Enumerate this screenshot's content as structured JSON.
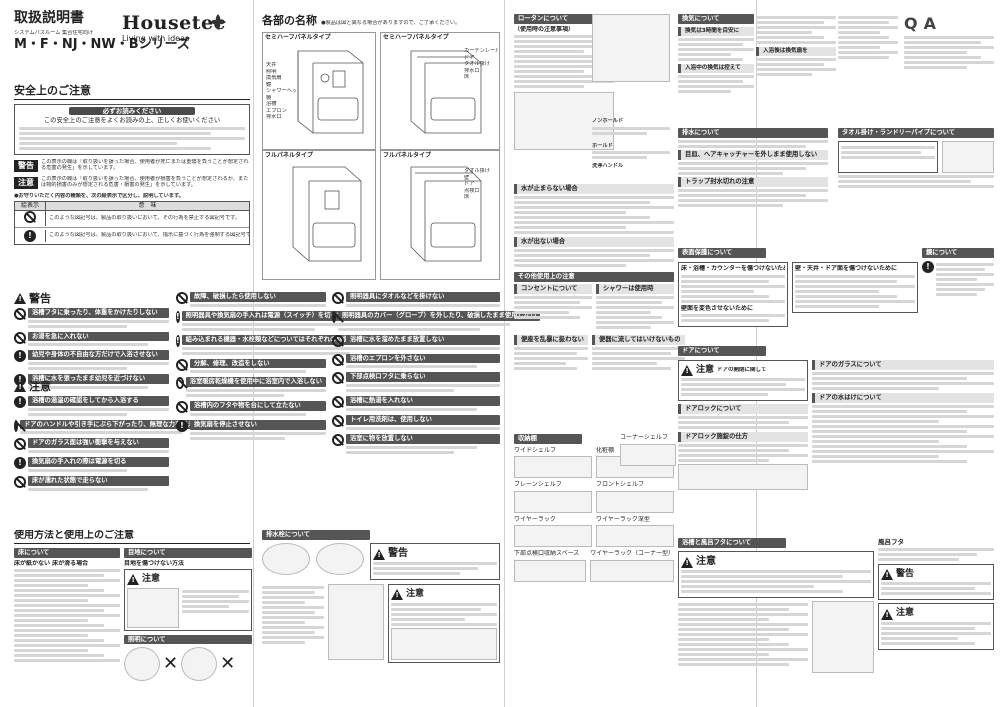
{
  "cover": {
    "title": "取扱説明書",
    "brand": "Housetec",
    "tagline": "Living with ideas",
    "series_sub": "システムバスルーム 集合住宅向け",
    "series": "M・F・NJ・NW・Bシリーズ"
  },
  "safety": {
    "heading": "安全上のご注意",
    "must_read": "必ずお読みください",
    "intro": "この安全上のご注意をよくお読みの上、正しくお使いください",
    "warning_label": "警告",
    "caution_label": "注意",
    "warning_desc": "この表示の欄は「取り扱いを誤った場合、使用者が死亡または重傷を負うことが想定される危害の発生」を示しています。",
    "caution_desc": "この表示の欄は「取り扱いを誤った場合、使用者が損害を負うことが想定されるか、または物的損害のみが想定される危害・損害の発生」を示しています。",
    "notice": "●お守りいただく内容の種類を、次の絵表示で区分し、説明しています。",
    "table_headers": [
      "絵表示",
      "意　味"
    ],
    "table_rows": [
      "このような図記号は、製品の取り扱いにおいて、その行為を禁止する図記号です。",
      "このような図記号は、製品の取り扱いにおいて、指示に基づく行為を強制する図記号です。"
    ]
  },
  "warning_section": {
    "label": "警告",
    "items": [
      "浴槽フタに乗ったり、体重をかけたりしない",
      "お湯を急に入れない",
      "幼児や身体の不自由な方だけで入浴させない",
      "浴槽に水を張ったまま幼児を近づけない"
    ]
  },
  "caution_section": {
    "label": "注意",
    "items": [
      "浴槽の湯温の確認をしてから入浴する",
      "ドアのハンドルや引き手にぶら下がったり、無理な力を加えない",
      "ドアのガラス面は強い衝撃を与えない",
      "換気扇の手入れの際は電源を切る",
      "床が濡れた状態で走らない"
    ]
  },
  "mid_columns": {
    "col1": [
      "故障、破損したら使用しない",
      "照明器具や換気扇の手入れは電源（スイッチ）を切ってから行う",
      "組み込まれる機器・水栓類などについてはそれぞれの取扱説明書をお読みください",
      "分解、修理、改造をしない",
      "浴室暖房乾燥機を使用中に浴室内で入浴しない",
      "浴槽内のフタや物を台にして立たない",
      "換気扇を停止させない"
    ],
    "col2": [
      "照明器具にタオルなどを掛けない",
      "照明器具のカバー（グローブ）を外したり、破損したまま使用しない",
      "浴槽に水を溜めたまま放置しない",
      "浴槽のエプロンを外さない",
      "下部点検口フタに乗らない",
      "浴槽に熱湯を入れない",
      "トイレ用洗剤は、使用しない",
      "浴室に物を放置しない"
    ]
  },
  "parts": {
    "heading": "各部の名称",
    "note": "●製品は図と異なる場合がありますので、ご了承ください。",
    "types": [
      "セミハーフパネルタイプ",
      "セミハーフパネルタイプ",
      "フルパネルタイプ",
      "フルパネルタイプ"
    ],
    "labels_left": [
      "天井",
      "照明",
      "換気扇",
      "鏡",
      "シャワーヘッド",
      "棚",
      "浴槽",
      "エプロン",
      "排水口"
    ],
    "labels_right": [
      "カーテンレール",
      "ドア",
      "タオル掛け",
      "排水口",
      "床",
      "壁",
      "点検口"
    ]
  },
  "usage": {
    "heading": "使用方法と使用上のご注意",
    "floor": "床について",
    "floor_sub": "床が紙かない 床が滑る場合",
    "wall": "目地について",
    "wall_sub": "目地を傷つけない方法",
    "drain_title": "排水栓について",
    "lighting": "照明について",
    "caution": "注意",
    "warning": "警告"
  },
  "right_col1": {
    "rotan": "ロータンについて",
    "rotan_sub": "（使用時の注意事項）",
    "handle_labels": [
      "ノンホールド",
      "ホールド",
      "洗浄ハンドル"
    ],
    "trouble": "水が止まらない場合",
    "water_stop": "水が出ない場合",
    "other": "その他使用上の注意",
    "outlet": "コンセントについて",
    "shower": "シャワーは使用時",
    "toilet": "便座を乱暴に扱わない",
    "paper": "便器に流してはいけないもの",
    "storage": "収納棚",
    "storage_items": [
      "ワイドシェルフ",
      "化粧棚",
      "コーナーシェルフ",
      "ブレーンシェルフ",
      "フロントシェルフ",
      "ワイヤーラック",
      "ワイヤーラック深型",
      "下部点検口収納スペース",
      "ワイヤーラック（コーナー型）"
    ]
  },
  "right_col2": {
    "ventilation": "換気について",
    "vent1": "換気は3時間を目安に",
    "vent2": "入浴中の換気は控えて",
    "vent3": "入浴後は換気扇を",
    "drain": "排水について",
    "drain1": "目皿、ヘアキャッチャーを外しまま使用しない",
    "drain2": "トラップ封水切れの注意",
    "wall": "表面保護について",
    "wall1": "床・浴槽・カウンターを傷つけないために",
    "wall2": "壁面を変色させないために",
    "wall3": "壁・天井・ドア面を傷つけないために",
    "door": "ドアについて",
    "door_caution": "注意",
    "door_sub": "ドアの開閉に関して",
    "door_items": [
      "ドアロックについて",
      "ドアロック施錠の仕方",
      "ドアのガラスについて",
      "ドアの水はけについて"
    ],
    "clean": "浴槽と風呂フタについて",
    "clean_caution": "注意",
    "qa_q": "Q",
    "qa_a": "A",
    "towel": "タオル掛け・ランドリーパイプについて"
  },
  "right_col3": {
    "mirror": "鏡について",
    "bath_lid": "風呂フタ",
    "warning": "警告",
    "caution": "注意"
  }
}
